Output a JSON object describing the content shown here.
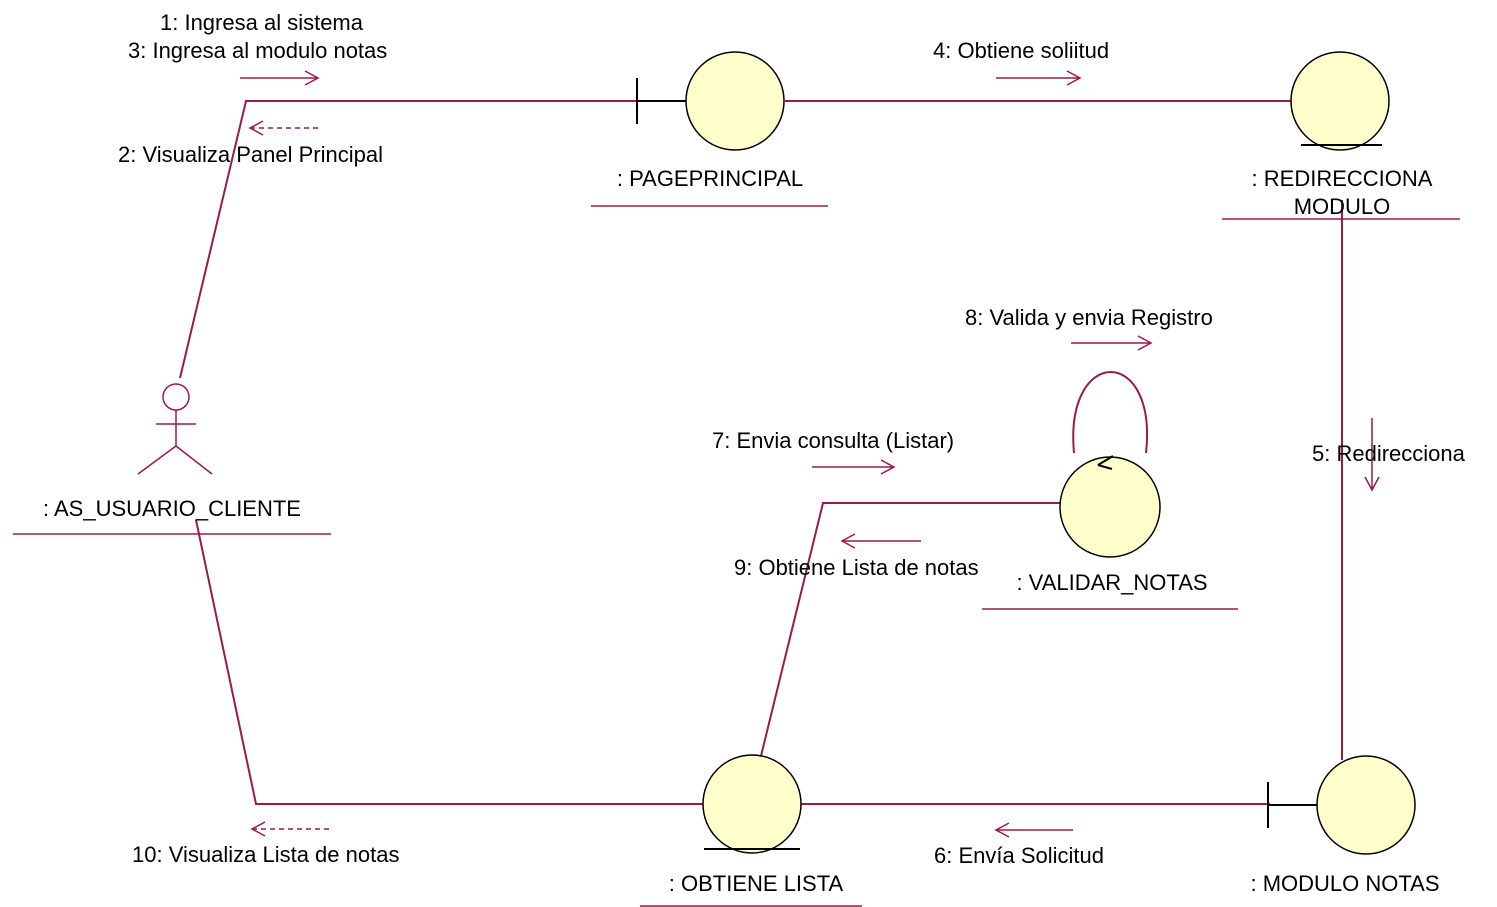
{
  "objects": {
    "actor": ": AS_USUARIO_CLIENTE",
    "page_principal": ": PAGEPRINCIPAL",
    "redirecciona_line1": ": REDIRECCIONA",
    "redirecciona_line2": "MODULO",
    "validar_notas": ": VALIDAR_NOTAS",
    "obtiene_lista": ": OBTIENE LISTA",
    "modulo_notas": ": MODULO NOTAS"
  },
  "messages": {
    "m1": "1: Ingresa al sistema",
    "m2": "2: Visualiza Panel Principal",
    "m3": "3: Ingresa al modulo notas",
    "m4": "4: Obtiene soliitud",
    "m5": "5: Redirecciona",
    "m6": "6: Envía Solicitud",
    "m7": "7: Envia consulta (Listar)",
    "m8": "8: Valida y envia Registro",
    "m9": "9: Obtiene Lista de notas",
    "m10": "10: Visualiza Lista de notas"
  },
  "colors": {
    "link": "#9b1b45",
    "object_fill": "#ffffcc",
    "object_outline": "#000000",
    "text": "#000000"
  }
}
